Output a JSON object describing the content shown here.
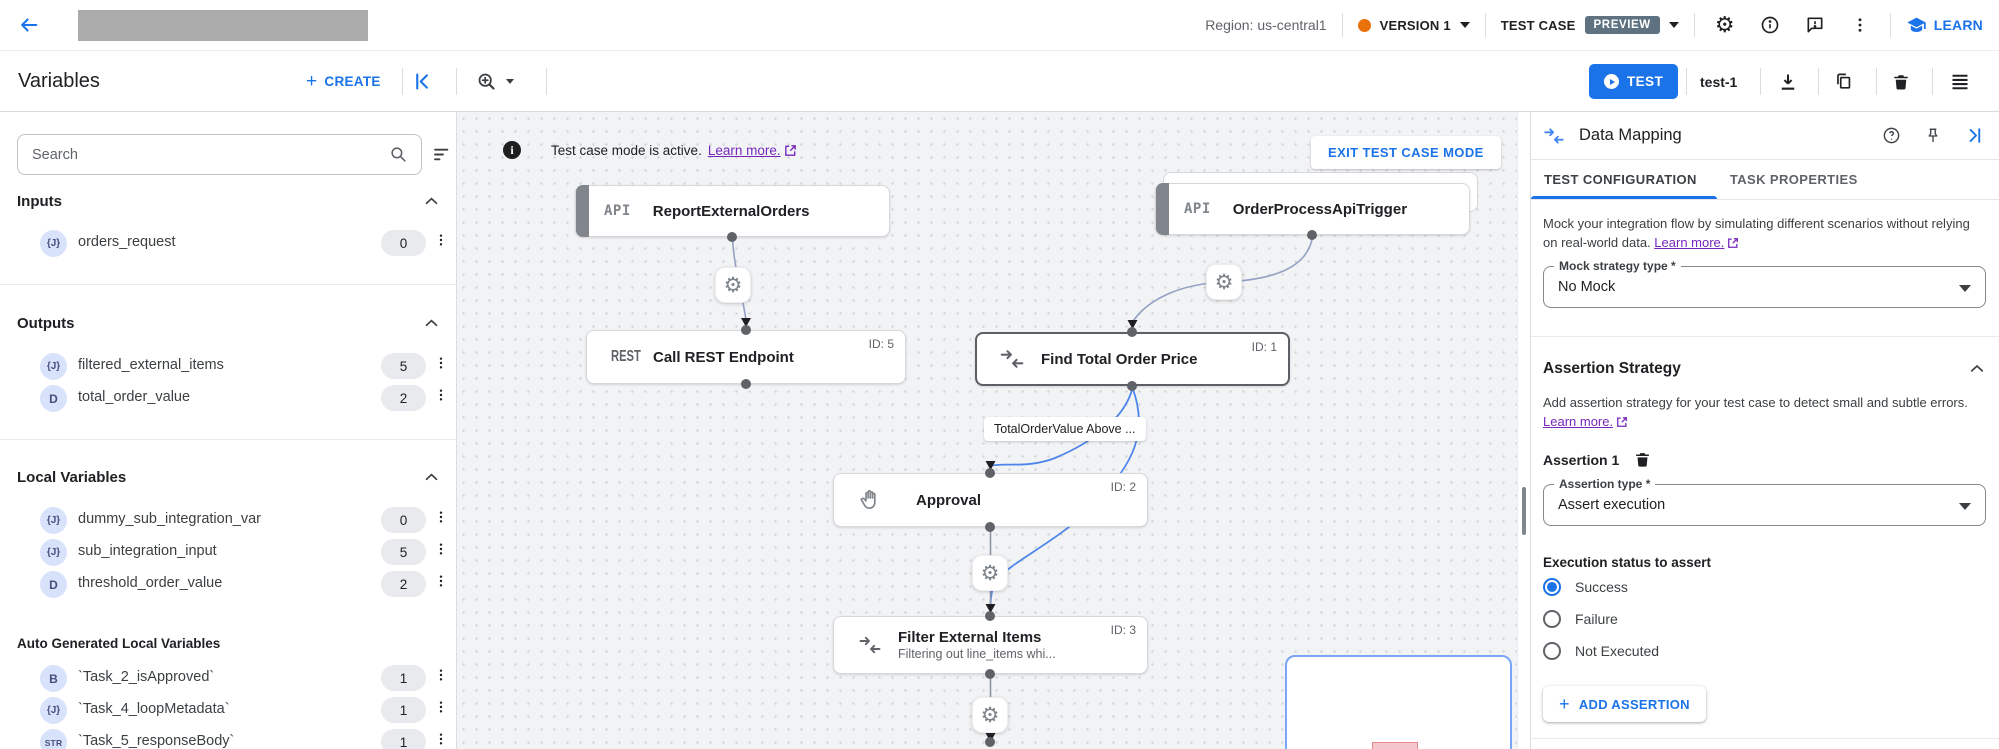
{
  "topbar": {
    "region": "Region: us-central1",
    "version": "VERSION 1",
    "test_case": "TEST CASE",
    "preview": "PREVIEW",
    "learn": "LEARN"
  },
  "toolbar": {
    "title": "Variables",
    "create": "CREATE",
    "test": "TEST",
    "test_case_name": "test-1"
  },
  "sidebar": {
    "search_placeholder": "Search",
    "sections": [
      {
        "title": "Inputs",
        "items": [
          {
            "type": "{J}",
            "name": "orders_request",
            "count": "0"
          }
        ]
      },
      {
        "title": "Outputs",
        "items": [
          {
            "type": "{J}",
            "name": "filtered_external_items",
            "count": "5"
          },
          {
            "type": "D",
            "name": "total_order_value",
            "count": "2"
          }
        ]
      },
      {
        "title": "Local Variables",
        "items": [
          {
            "type": "{J}",
            "name": "dummy_sub_integration_var",
            "count": "0"
          },
          {
            "type": "{J}",
            "name": "sub_integration_input",
            "count": "5"
          },
          {
            "type": "D",
            "name": "threshold_order_value",
            "count": "2"
          }
        ]
      },
      {
        "title": "Auto Generated Local Variables",
        "items": [
          {
            "type": "B",
            "name": "`Task_2_isApproved`",
            "count": "1"
          },
          {
            "type": "{J}",
            "name": "`Task_4_loopMetadata`",
            "count": "1"
          },
          {
            "type": "STR",
            "name": "`Task_5_responseBody`",
            "count": "1"
          }
        ]
      }
    ]
  },
  "canvas": {
    "banner": {
      "message": "Test case mode is active.",
      "link": "Learn more.",
      "exit": "EXIT TEST CASE MODE"
    },
    "nodes": {
      "report": {
        "badge": "API",
        "title": "ReportExternalOrders"
      },
      "trigger": {
        "badge": "API",
        "title": "OrderProcessApiTrigger"
      },
      "rest": {
        "badge": "REST",
        "title": "Call REST Endpoint",
        "id": "ID: 5"
      },
      "find": {
        "title": "Find Total Order Price",
        "id": "ID: 1"
      },
      "approval": {
        "title": "Approval",
        "id": "ID: 2"
      },
      "filter": {
        "title": "Filter External Items",
        "subtitle": "Filtering out line_items whi...",
        "id": "ID: 3"
      }
    },
    "edge_label": "TotalOrderValue Above ..."
  },
  "panel": {
    "title": "Data Mapping",
    "tabs": {
      "active": "TEST CONFIGURATION",
      "inactive": "TASK PROPERTIES"
    },
    "mock": {
      "description": "Mock your integration flow by simulating different scenarios without relying on real-world data.",
      "link": "Learn more.",
      "field_label": "Mock strategy type *",
      "field_value": "No Mock"
    },
    "assertion_strategy": {
      "title": "Assertion Strategy",
      "description": "Add assertion strategy for your test case to detect small and subtle errors.",
      "link": "Learn more."
    },
    "assertion1": {
      "title": "Assertion 1",
      "field_label": "Assertion type *",
      "field_value": "Assert execution"
    },
    "execution_status": {
      "label": "Execution status to assert",
      "options": [
        {
          "label": "Success",
          "selected": true
        },
        {
          "label": "Failure",
          "selected": false
        },
        {
          "label": "Not Executed",
          "selected": false
        }
      ]
    },
    "add_assertion": "ADD ASSERTION"
  },
  "colors": {
    "accent_blue": "#1a73e8",
    "link_purple": "#7627bb",
    "version_dot_orange": "#e8710a",
    "preview_badge": "#5f7281",
    "canvas_bg": "#f2f3f5",
    "node_accent_gray": "#80868b",
    "edge_blue": "#4f86ec"
  }
}
